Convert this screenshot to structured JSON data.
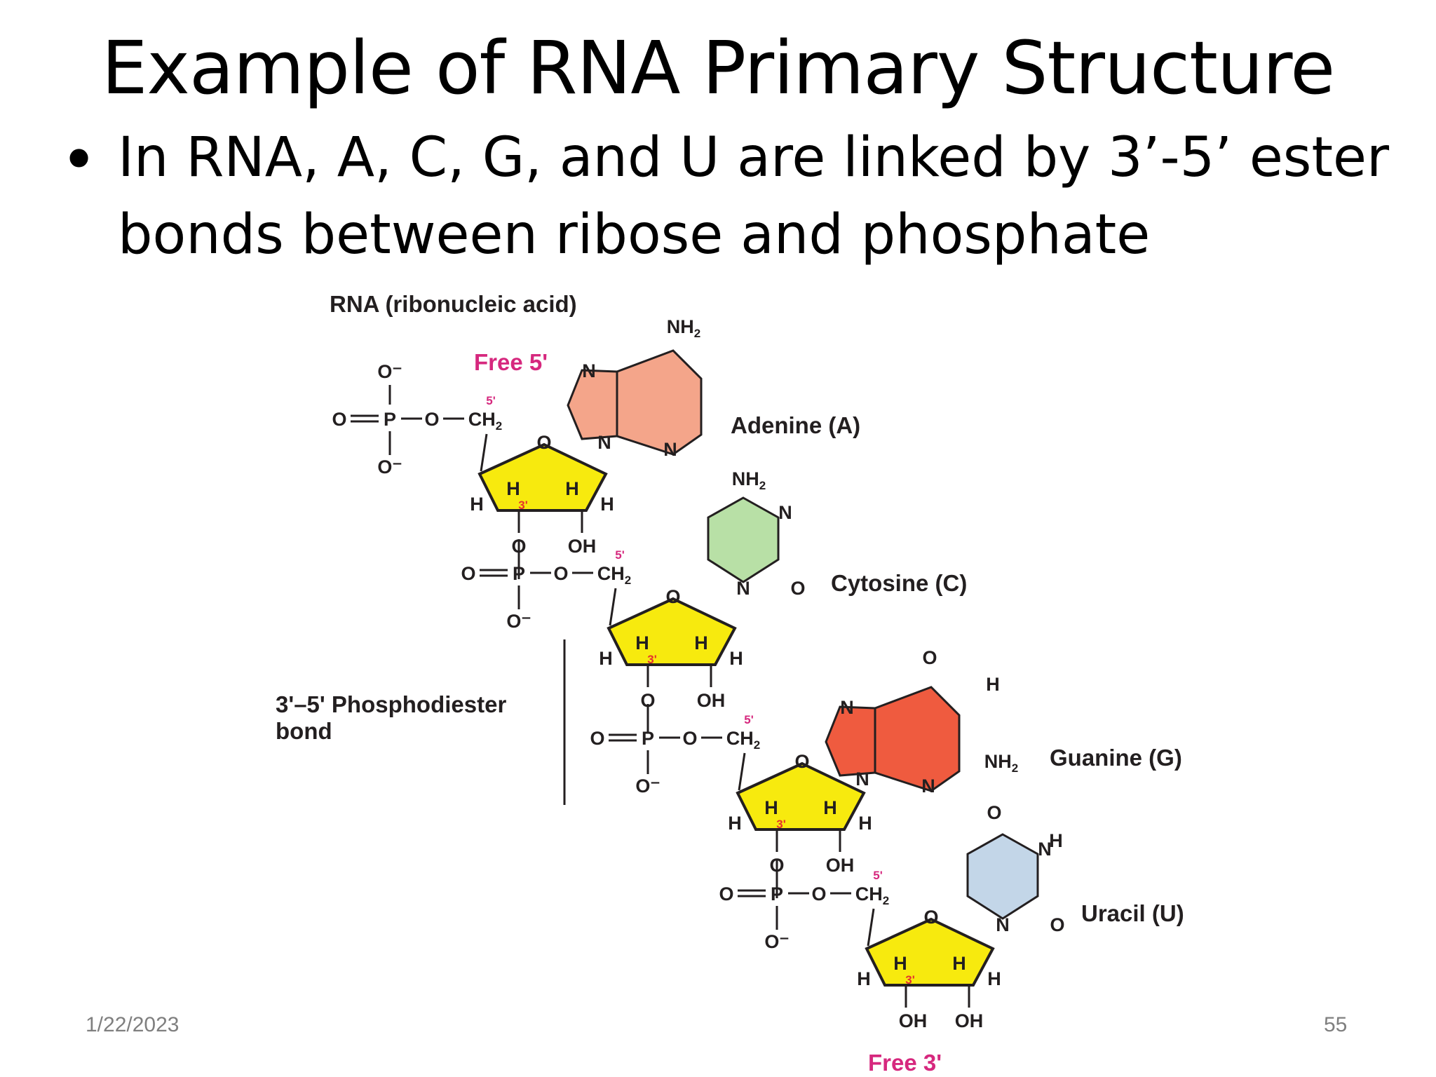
{
  "slide": {
    "title": "Example of RNA Primary Structure",
    "bullet": {
      "line1": "In RNA, A, C, G, and U are linked by 3’-5’ ester",
      "line2": "bonds between ribose and phosphate"
    },
    "footer": {
      "date": "1/22/2023",
      "page": "55"
    }
  },
  "diagram": {
    "heading": "RNA (ribonucleic acid)",
    "free5": "Free 5'",
    "free3": "Free 3'",
    "bond_label_line1": "3'–5' Phosphodiester",
    "bond_label_line2": "bond",
    "bases": [
      {
        "label": "Adenine (A)",
        "color": "#f4a58a"
      },
      {
        "label": "Cytosine (C)",
        "color": "#b8e0a6"
      },
      {
        "label": "Guanine (G)",
        "color": "#ef5b3f"
      },
      {
        "label": "Uracil (U)",
        "color": "#c3d6e8"
      }
    ],
    "sugar_color": "#f7ea0e",
    "label_color": "#d6287e",
    "atoms": {
      "O": "O",
      "O_minus": "O⁻",
      "P": "P",
      "CH": "CH",
      "sub2": "2",
      "H": "H",
      "OH": "OH",
      "NH": "NH",
      "N": "N",
      "prime5": "5'",
      "prime3": "3'"
    }
  }
}
